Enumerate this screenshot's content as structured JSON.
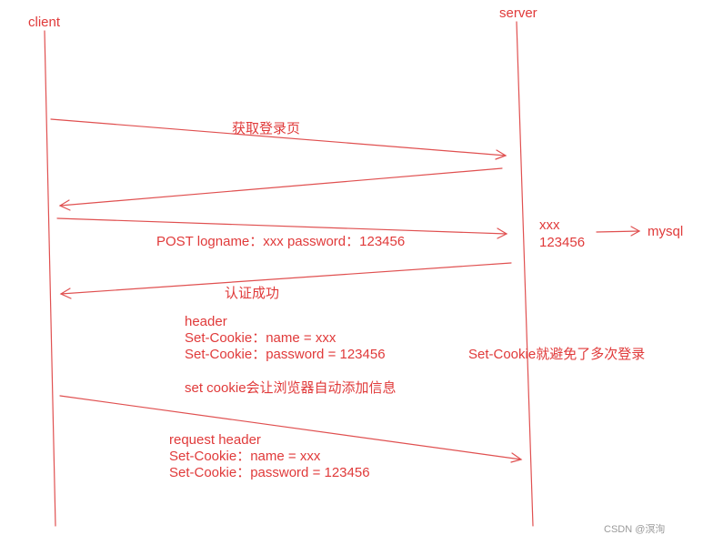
{
  "actors": {
    "client": "client",
    "server": "server",
    "mysql": "mysql"
  },
  "messages": {
    "get_login_page": "获取登录页",
    "post_login": "POST logname：xxx password：123456",
    "auth_success": "认证成功",
    "server_check_user": "xxx",
    "server_check_pass": "123456"
  },
  "response_header": {
    "title": "header",
    "line1": "Set-Cookie：name = xxx",
    "line2": "Set-Cookie：password = 123456"
  },
  "notes": {
    "set_cookie_avoids_login": "Set-Cookie就避免了多次登录",
    "browser_auto_add": "set cookie会让浏览器自动添加信息"
  },
  "request_header": {
    "title": "request header",
    "line1": "Set-Cookie：name = xxx",
    "line2": "Set-Cookie：password = 123456"
  },
  "watermark": "CSDN @溟洵",
  "colors": {
    "line": "#e05050",
    "text": "#e03a3a"
  }
}
